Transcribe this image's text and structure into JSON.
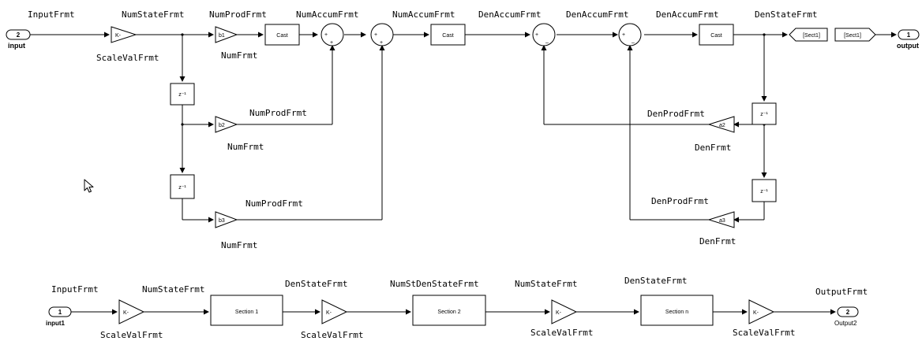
{
  "signal_labels": {
    "input_frmt": "InputFrmt",
    "num_state_frmt": "NumStateFrmt",
    "num_prod_frmt": "NumProdFrmt",
    "num_accum_frmt": "NumAccumFrmt",
    "den_accum_frmt": "DenAccumFrmt",
    "den_state_frmt": "DenStateFrmt",
    "scale_val_frmt": "ScaleValFrmt",
    "num_frmt": "NumFrmt",
    "den_prod_frmt": "DenProdFrmt",
    "den_frmt": "DenFrmt",
    "num_st_den_state_frmt": "NumStDenStateFrmt",
    "output_frmt": "OutputFrmt"
  },
  "blocks": {
    "gain_k": "K-",
    "cast": "Cast",
    "delay": "z⁻¹",
    "b1": "b1",
    "b2": "b2",
    "b3": "b3",
    "a2": "a2",
    "a3": "a3",
    "section1": "Section 1",
    "section2": "Section 2",
    "section_n": "Section n",
    "goto_tag": "[Sect1]",
    "from_tag": "[Sect1]"
  },
  "ports": {
    "top_input_number": "2",
    "top_input_name": "input",
    "top_output_number": "1",
    "top_output_name": "output",
    "bottom_input_number": "1",
    "bottom_input_name": "input1",
    "bottom_output_number": "2",
    "bottom_output_name": "Output2"
  },
  "sum_signs": {
    "plus": "+",
    "minus": "–"
  }
}
